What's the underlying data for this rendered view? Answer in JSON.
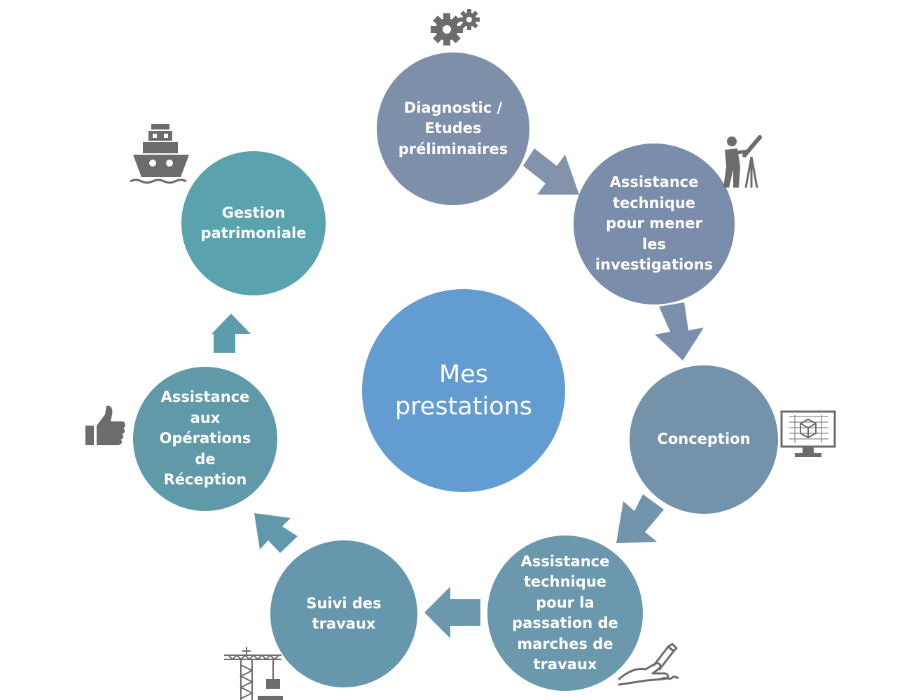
{
  "center": {
    "label": "Mes\nprestations"
  },
  "steps": [
    {
      "label": "Diagnostic /\nEtudes\npréliminaires",
      "icon": "gears-icon"
    },
    {
      "label": "Assistance\ntechnique\npour mener\nles\ninvestigations",
      "icon": "surveyor-icon"
    },
    {
      "label": "Conception",
      "icon": "monitor-cube-icon"
    },
    {
      "label": "Assistance\ntechnique\npour la\npassation de\nmarches de\ntravaux",
      "icon": "hand-writing-icon"
    },
    {
      "label": "Suivi des\ntravaux",
      "icon": "crane-icon"
    },
    {
      "label": "Assistance\naux\nOpérations\nde\nRéception",
      "icon": "thumbs-up-icon"
    },
    {
      "label": "Gestion\npatrimoniale",
      "icon": "ship-icon"
    }
  ],
  "colors": {
    "center": "#639cd0",
    "diagnostic": "#7e8fa9",
    "investigations": "#7a8daa",
    "conception": "#7493ab",
    "passation": "#6c98ad",
    "suivi": "#6697ad",
    "reception": "#609aa9",
    "gestion": "#5aa2ad",
    "icon": "#6c6c6c"
  }
}
